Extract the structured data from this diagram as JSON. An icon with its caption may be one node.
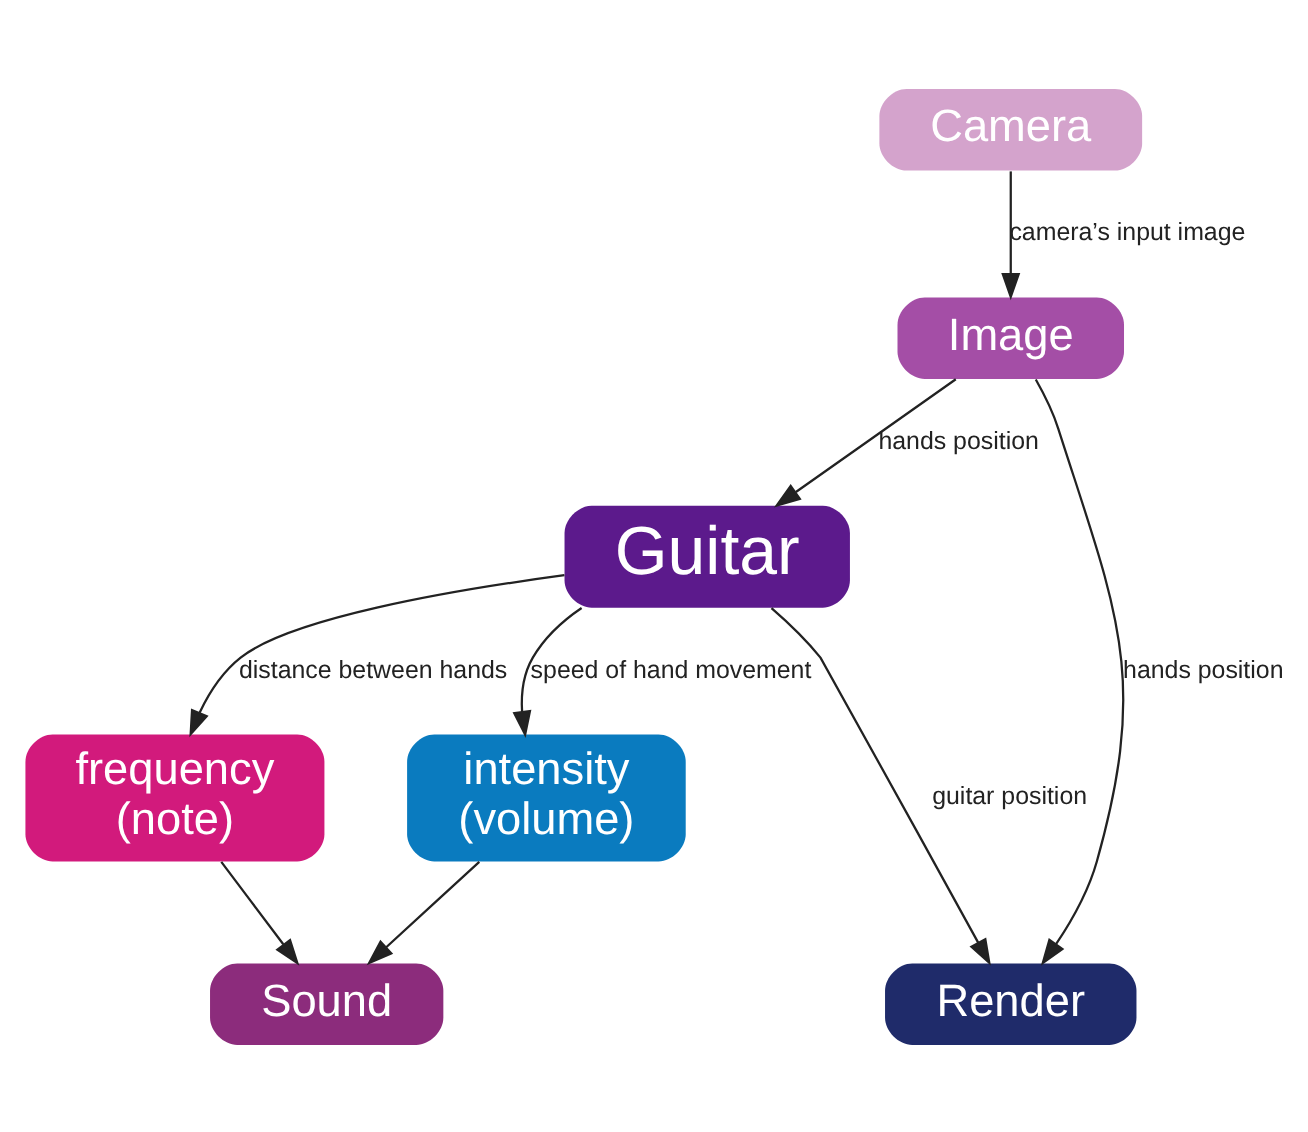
{
  "diagram": {
    "nodes": [
      {
        "text": [
          "Camera"
        ]
      },
      {
        "text": [
          "Image"
        ]
      },
      {
        "text": [
          "Guitar"
        ]
      },
      {
        "text": [
          "frequency",
          "(note)"
        ]
      },
      {
        "text": [
          "intensity",
          "(volume)"
        ]
      },
      {
        "text": [
          "Sound"
        ]
      },
      {
        "text": [
          "Render"
        ]
      }
    ],
    "edges": [
      {
        "from": 0,
        "to": 1,
        "arrow": "to",
        "label": "camera’s input image"
      },
      {
        "from": 1,
        "to": 2,
        "arrow": "to",
        "label": "hands position"
      },
      {
        "from": 1,
        "to": 6,
        "arrow": "to",
        "label": "hands position"
      },
      {
        "from": 2,
        "to": 3,
        "arrow": "to",
        "label": "distance between hands"
      },
      {
        "from": 2,
        "to": 4,
        "arrow": "to",
        "label": "speed of hand movement"
      },
      {
        "from": 2,
        "to": 6,
        "arrow": "to",
        "label": "guitar position"
      },
      {
        "from": 3,
        "to": 5,
        "arrow": "to"
      },
      {
        "from": 4,
        "to": 5,
        "arrow": "to"
      }
    ]
  }
}
